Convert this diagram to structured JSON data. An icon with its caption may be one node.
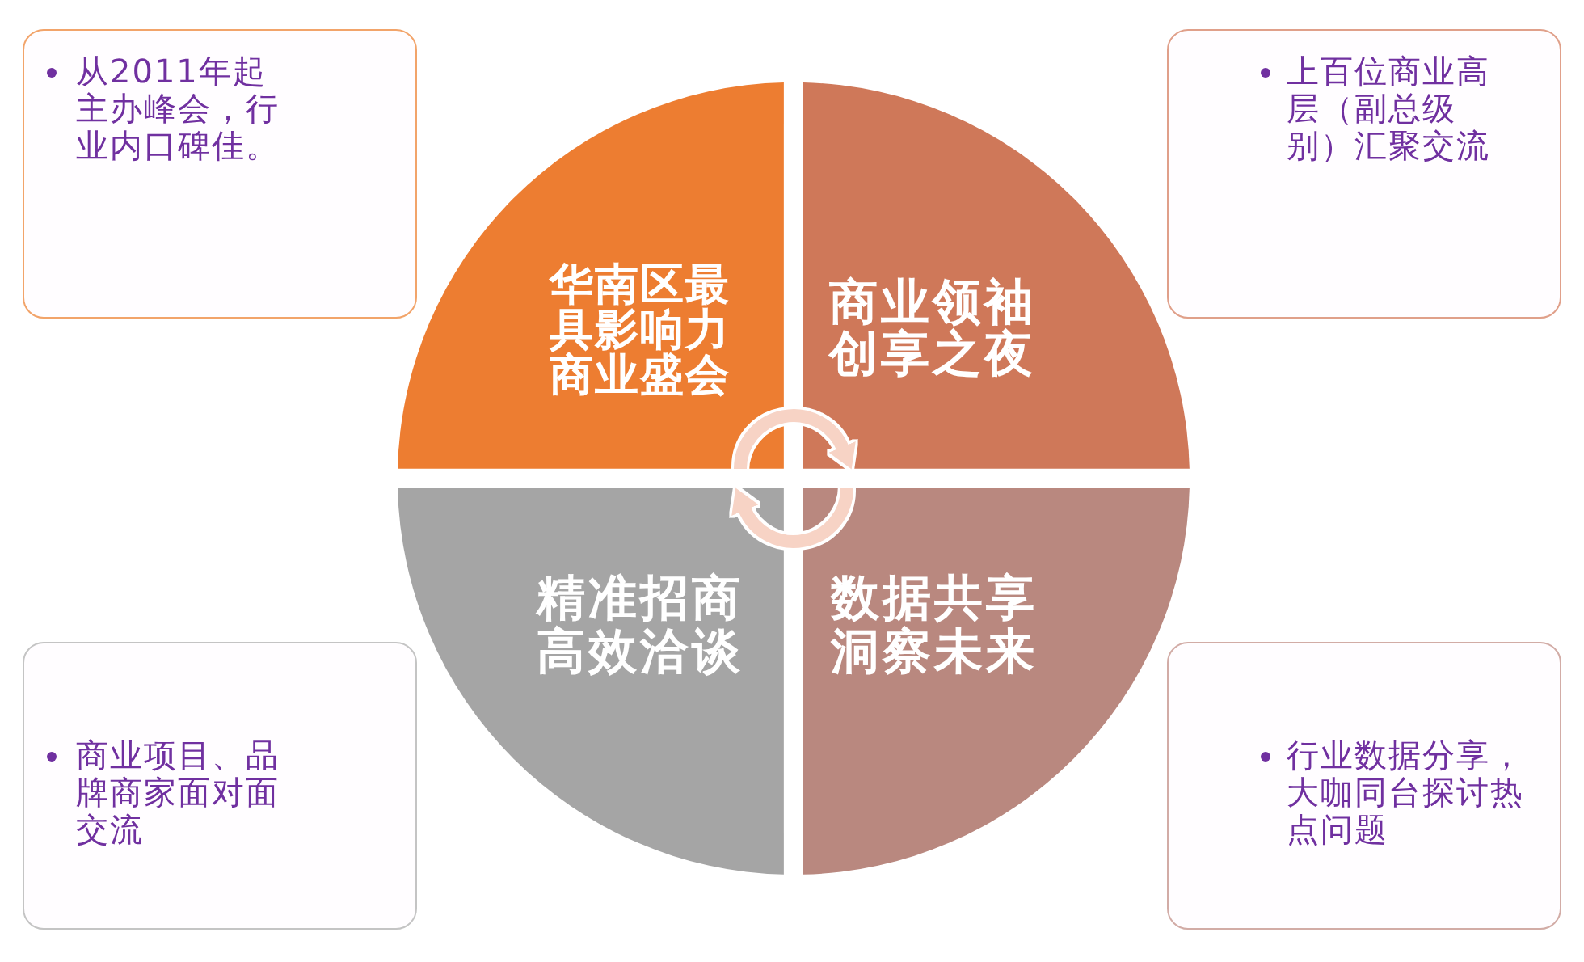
{
  "diagram": {
    "nodes": [
      {
        "text": [
          "从2011年起主办峰会，行业内口碑佳。"
        ]
      },
      {
        "text": [
          "上百位商业高层（副总级别）汇聚交流"
        ]
      },
      {
        "text": [
          "华南区最具影响力商业盛会"
        ]
      },
      {
        "text": [
          "商业领袖创享之夜"
        ]
      },
      {
        "text": [
          "精准招商高效洽谈"
        ]
      },
      {
        "text": [
          "数据共享洞察未来"
        ]
      },
      {
        "text": [
          "商业项目、品牌商家面对面交流"
        ]
      },
      {
        "text": [
          "行业数据分享，大咖同台探讨热点问题"
        ]
      }
    ],
    "edges": [
      {
        "from": 2,
        "to": 3,
        "arrow": "to"
      },
      {
        "from": 5,
        "to": 4,
        "arrow": "to"
      }
    ]
  }
}
